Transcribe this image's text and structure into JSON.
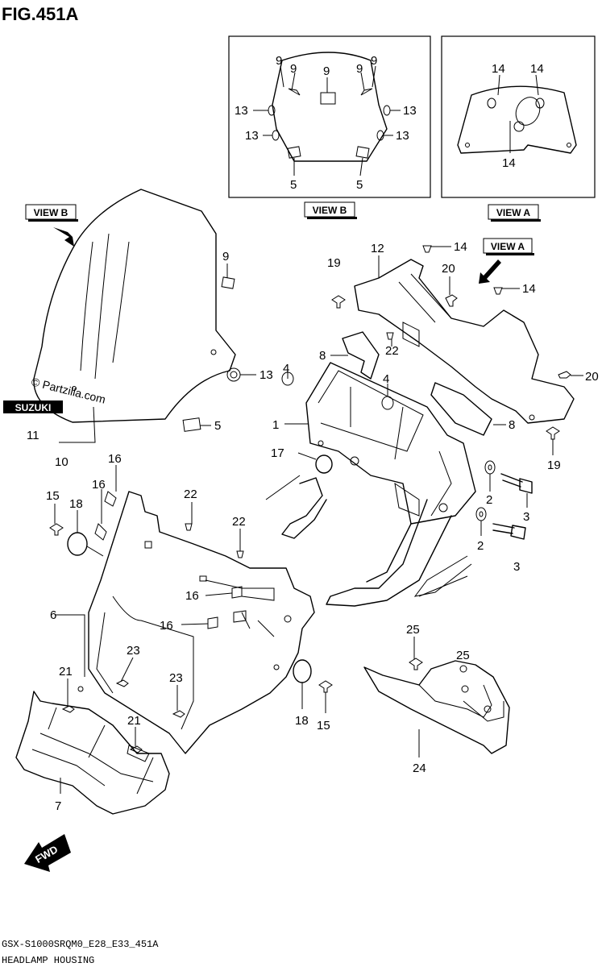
{
  "figure": {
    "title": "FIG.451A",
    "view_b_tag": "VIEW B",
    "view_a_tag": "VIEW A",
    "watermark": "© Partzilla.com",
    "brand": "SUZUKI",
    "fwd": "FWD",
    "footer_code": "GSX-S1000SRQM0_E28_E33_451A",
    "footer_name": "HEADLAMP HOUSING"
  },
  "callouts": {
    "c1": "1",
    "c2": "2",
    "c3": "3",
    "c4": "4",
    "c5": "5",
    "c6": "6",
    "c7": "7",
    "c8": "8",
    "c9": "9",
    "c10": "10",
    "c11": "11",
    "c12": "12",
    "c13": "13",
    "c14": "14",
    "c15": "15",
    "c16": "16",
    "c17": "17",
    "c18": "18",
    "c19": "19",
    "c20": "20",
    "c21": "21",
    "c22": "22",
    "c23": "23",
    "c24": "24",
    "c25": "25"
  }
}
